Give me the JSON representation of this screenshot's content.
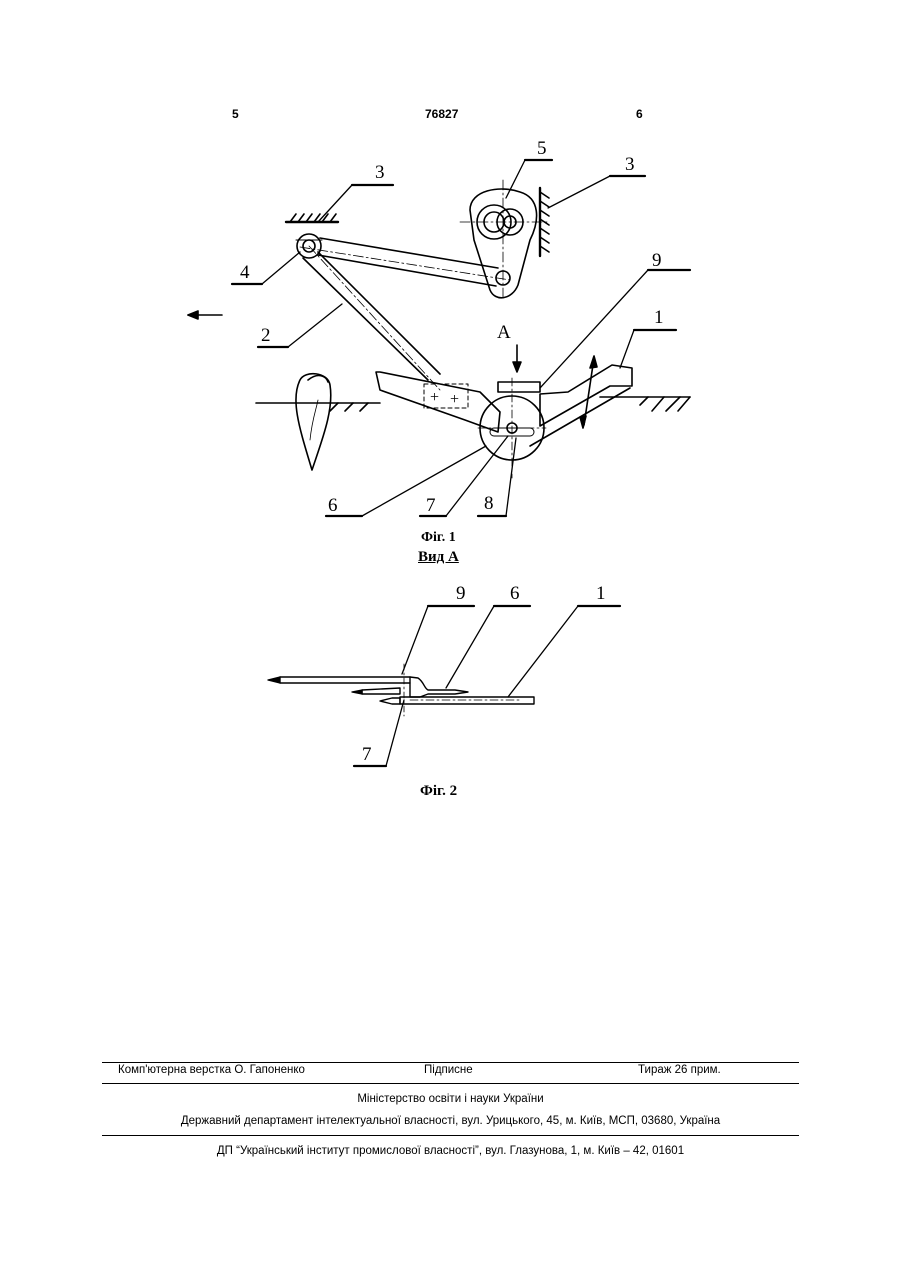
{
  "header": {
    "page_left": "5",
    "patent_number": "76827",
    "page_right": "6"
  },
  "figure1": {
    "labels": {
      "l1": "1",
      "l2": "2",
      "l3a": "3",
      "l3b": "3",
      "l4": "4",
      "l5": "5",
      "l6": "6",
      "l7": "7",
      "l8": "8",
      "l9": "9",
      "view": "A"
    },
    "caption": "Фіг. 1"
  },
  "view_caption": "Вид А",
  "figure2": {
    "labels": {
      "l9": "9",
      "l6": "6",
      "l1": "1",
      "l7": "7"
    },
    "caption": "Фіг. 2"
  },
  "footer": {
    "typesetter": "Комп'ютерна верстка О. Гапоненко",
    "signed": "Підписне",
    "circulation": "Тираж 26 прим.",
    "ministry": "Міністерство освіти і науки України",
    "department": "Державний департамент інтелектуальної власності, вул. Урицького, 45, м. Київ, МСП, 03680, Україна",
    "institute": "ДП “Український інститут промислової власності”, вул. Глазунова, 1, м. Київ – 42, 01601"
  }
}
